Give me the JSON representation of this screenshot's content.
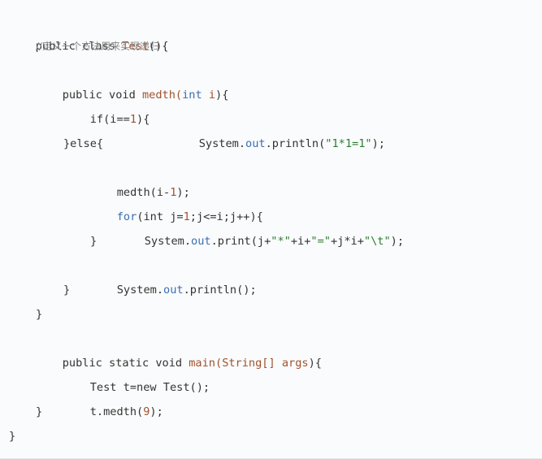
{
  "code": {
    "l1": [
      "public class ",
      "Test",
      "(){"
    ],
    "l2": "//定义一个方法用来实现递归",
    "l3": [
      "public void ",
      "medth",
      "(",
      "int",
      " i",
      "){"
    ],
    "l4": [
      "if(i==",
      "1",
      "){"
    ],
    "l5": [
      "System.",
      "out",
      ".println(",
      "\"1*1=1\"",
      ");"
    ],
    "l6": "}else{",
    "l7": [
      "medth(i-",
      "1",
      ");"
    ],
    "l8": [
      "for",
      "(int j=",
      "1",
      ";j<=i;j++){"
    ],
    "l9": [
      "System.",
      "out",
      ".print(j+",
      "\"*\"",
      "+i+",
      "\"=\"",
      "+j*i+",
      "\"\\t\"",
      ");"
    ],
    "l10": "}",
    "l11": [
      "System.",
      "out",
      ".println();"
    ],
    "l12": "}",
    "l13": "}",
    "l14": [
      "public static void ",
      "main",
      "(",
      "String",
      "[] args",
      "){"
    ],
    "l15": [
      "Test t=",
      "new",
      " Test();"
    ],
    "l16": [
      "t.medth(",
      "9",
      ");"
    ],
    "l17": "}",
    "l18": "}"
  }
}
